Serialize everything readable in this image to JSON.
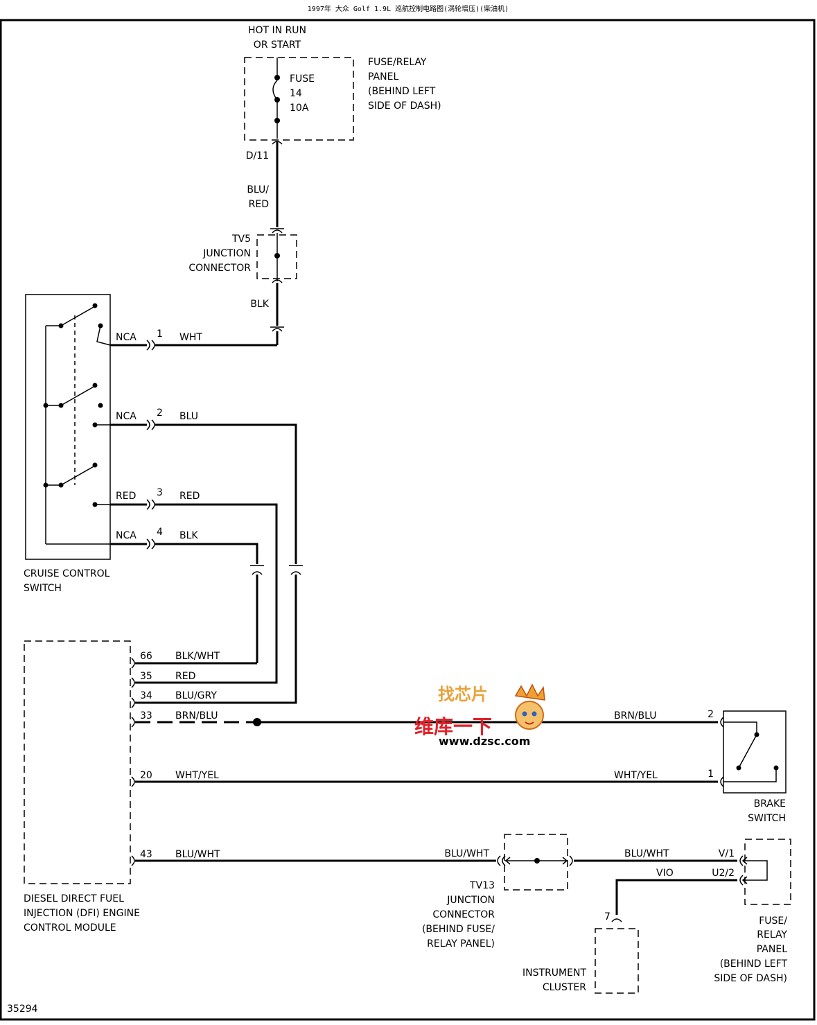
{
  "header": {
    "title": "1997年 大众 Golf 1.9L 巡航控制电路图(涡轮增压)(柴油机)"
  },
  "power": {
    "line1": "HOT IN RUN",
    "line2": "OR START"
  },
  "fuse": {
    "label": "FUSE",
    "number": "14",
    "rating": "10A"
  },
  "fuse_panel_top": {
    "l1": "FUSE/RELAY",
    "l2": "PANEL",
    "l3": "(BEHIND LEFT",
    "l4": "SIDE OF DASH)"
  },
  "wires": {
    "d11": "D/11",
    "blu_red_1": "BLU/",
    "blu_red_2": "RED",
    "blk_top": "BLK",
    "nca1": "NCA",
    "pin1": "1",
    "wht": "WHT",
    "nca2": "NCA",
    "pin2": "2",
    "blu": "BLU",
    "red_l": "RED",
    "pin3": "3",
    "red_r": "RED",
    "nca4": "NCA",
    "pin4": "4",
    "blk": "BLK",
    "p66": "66",
    "blk_wht": "BLK/WHT",
    "p35": "35",
    "red35": "RED",
    "p34": "34",
    "blu_gry": "BLU/GRY",
    "p33": "33",
    "brn_blu_l": "BRN/BLU",
    "brn_blu_r": "BRN/BLU",
    "bs2": "2",
    "p20": "20",
    "wht_yel_l": "WHT/YEL",
    "wht_yel_r": "WHT/YEL",
    "bs1": "1",
    "p43": "43",
    "blu_wht_l": "BLU/WHT",
    "blu_wht_m": "BLU/WHT",
    "blu_wht_r": "BLU/WHT",
    "v1": "V/1",
    "vio": "VIO",
    "u22": "U2/2",
    "ic_pin": "7"
  },
  "tv5": {
    "l1": "TV5",
    "l2": "JUNCTION",
    "l3": "CONNECTOR"
  },
  "cruise": {
    "l1": "CRUISE CONTROL",
    "l2": "SWITCH"
  },
  "ecm": {
    "l1": "DIESEL DIRECT FUEL",
    "l2": "INJECTION (DFI) ENGINE",
    "l3": "CONTROL MODULE"
  },
  "brake": {
    "l1": "BRAKE",
    "l2": "SWITCH"
  },
  "tv13": {
    "l1": "TV13",
    "l2": "JUNCTION",
    "l3": "CONNECTOR",
    "l4": "(BEHIND FUSE/",
    "l5": "RELAY PANEL)"
  },
  "cluster": {
    "l1": "INSTRUMENT",
    "l2": "CLUSTER"
  },
  "fuse_panel_bot": {
    "l1": "FUSE/",
    "l2": "RELAY",
    "l3": "PANEL",
    "l4": "(BEHIND LEFT",
    "l5": "SIDE OF DASH)"
  },
  "watermark": {
    "top": "找芯片",
    "mid": "维库一下",
    "url": "www.dzsc.com"
  },
  "footer": {
    "code": "35294"
  }
}
